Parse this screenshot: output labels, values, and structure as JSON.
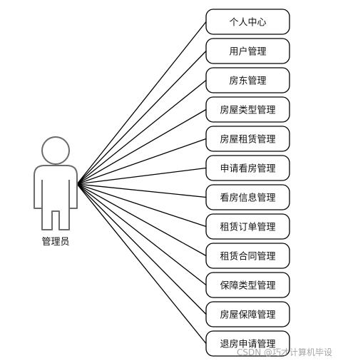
{
  "actor": {
    "label": "管理员"
  },
  "use_cases": [
    "个人中心",
    "用户管理",
    "房东管理",
    "房屋类型管理",
    "房屋租赁管理",
    "申请看房管理",
    "看房信息管理",
    "租赁订单管理",
    "租赁合同管理",
    "保障类型管理",
    "房屋保障管理",
    "退房申请管理"
  ],
  "watermark": "CSDN @巧才计算机毕设"
}
